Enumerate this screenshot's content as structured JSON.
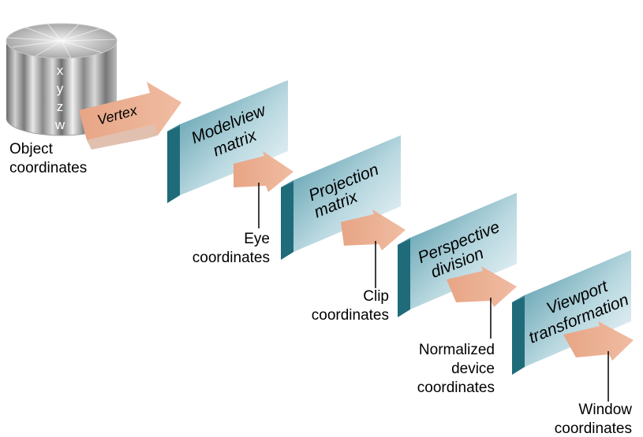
{
  "cylinder": {
    "axes": [
      "x",
      "y",
      "z",
      "w"
    ],
    "label_line1": "Object",
    "label_line2": "coordinates"
  },
  "vertex_label": "Vertex",
  "stages": [
    {
      "line1": "Modelview",
      "line2": "matrix"
    },
    {
      "line1": "Projection",
      "line2": "matrix"
    },
    {
      "line1": "Perspective",
      "line2": "division"
    },
    {
      "line1": "Viewport",
      "line2": "transformation"
    }
  ],
  "outputs": [
    {
      "lines": [
        "Eye",
        "coordinates"
      ]
    },
    {
      "lines": [
        "Clip",
        "coordinates"
      ]
    },
    {
      "lines": [
        "Normalized",
        "device",
        "coordinates"
      ]
    },
    {
      "lines": [
        "Window",
        "coordinates"
      ]
    }
  ],
  "colors": {
    "block_front_dark": "#5a9fae",
    "block_front_light": "#f2f8fa",
    "block_top": "#3e8796",
    "block_side": "#1f6b7a",
    "arrow": "#e9a98a",
    "cylinder": "#9a9a9a"
  }
}
